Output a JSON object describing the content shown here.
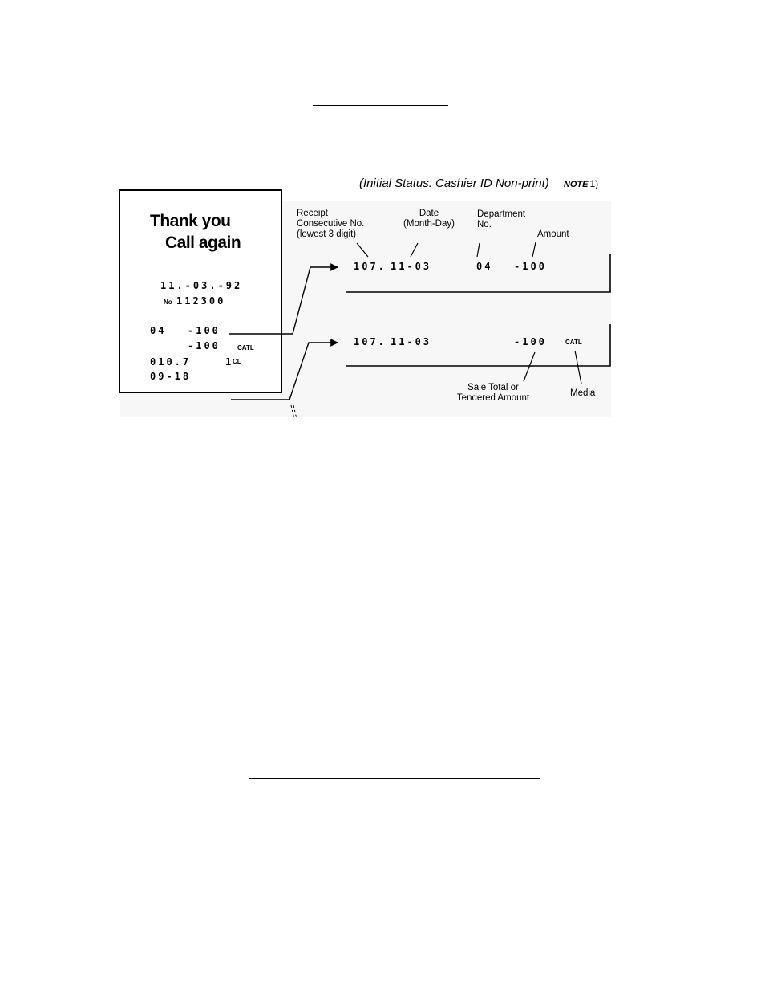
{
  "status": {
    "text": "(Initial Status: Cashier ID Non-print)",
    "note": "NOTE",
    "note_num": "1)"
  },
  "receipt": {
    "thank_line1": "Thank you",
    "thank_line2": "Call again",
    "date": "11.-03.-92",
    "no_prefix": "No",
    "no_value": "112300",
    "dept_line_dept": "04",
    "dept_line_amount": "-100",
    "total_amount": "-100",
    "total_media": "CATL",
    "consec": "010.7",
    "clerk": "1",
    "clerk_suffix": "CL",
    "time": "09-18"
  },
  "journal": {
    "row1": {
      "consec": "107.",
      "date": "11-03",
      "dept": "04",
      "amount": "-100"
    },
    "row2": {
      "consec": "107.",
      "date": "11-03",
      "amount": "-100",
      "media": "CATL"
    }
  },
  "labels": {
    "receipt_consec_line1": "Receipt",
    "receipt_consec_line2": "Consecutive No.",
    "receipt_consec_line3": "(lowest 3 digit)",
    "date_line1": "Date",
    "date_line2": "(Month-Day)",
    "dept_line1": "Department",
    "dept_line2": "No.",
    "amount": "Amount",
    "sale_total_line1": "Sale Total or",
    "sale_total_line2": "Tendered Amount",
    "media": "Media"
  }
}
